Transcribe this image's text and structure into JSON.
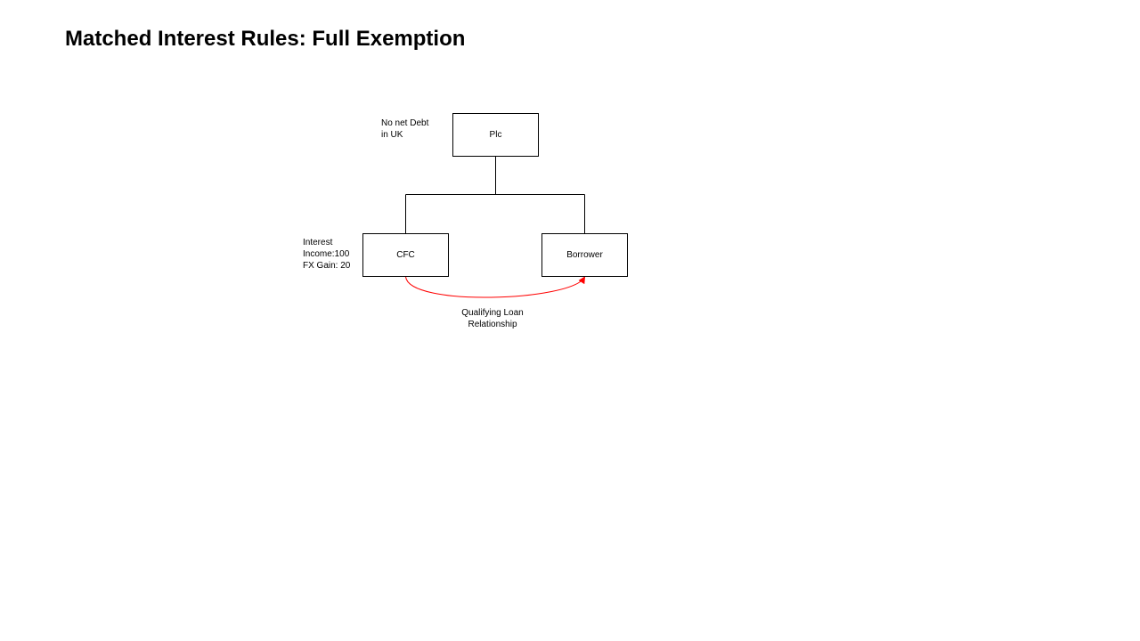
{
  "slide": {
    "title": "Matched Interest Rules: Full Exemption"
  },
  "diagram": {
    "entities": {
      "parent": "Plc",
      "left_child": "CFC",
      "right_child": "Borrower"
    },
    "notes": {
      "parent": [
        "No  net Debt",
        "in UK"
      ],
      "left_child": [
        "Interest",
        "Income:100",
        "FX Gain: 20"
      ]
    },
    "loan_label": [
      "Qualifying Loan",
      "Relationship"
    ],
    "colors": {
      "loan_arrow": "#ff0000",
      "lines": "#000000"
    }
  }
}
